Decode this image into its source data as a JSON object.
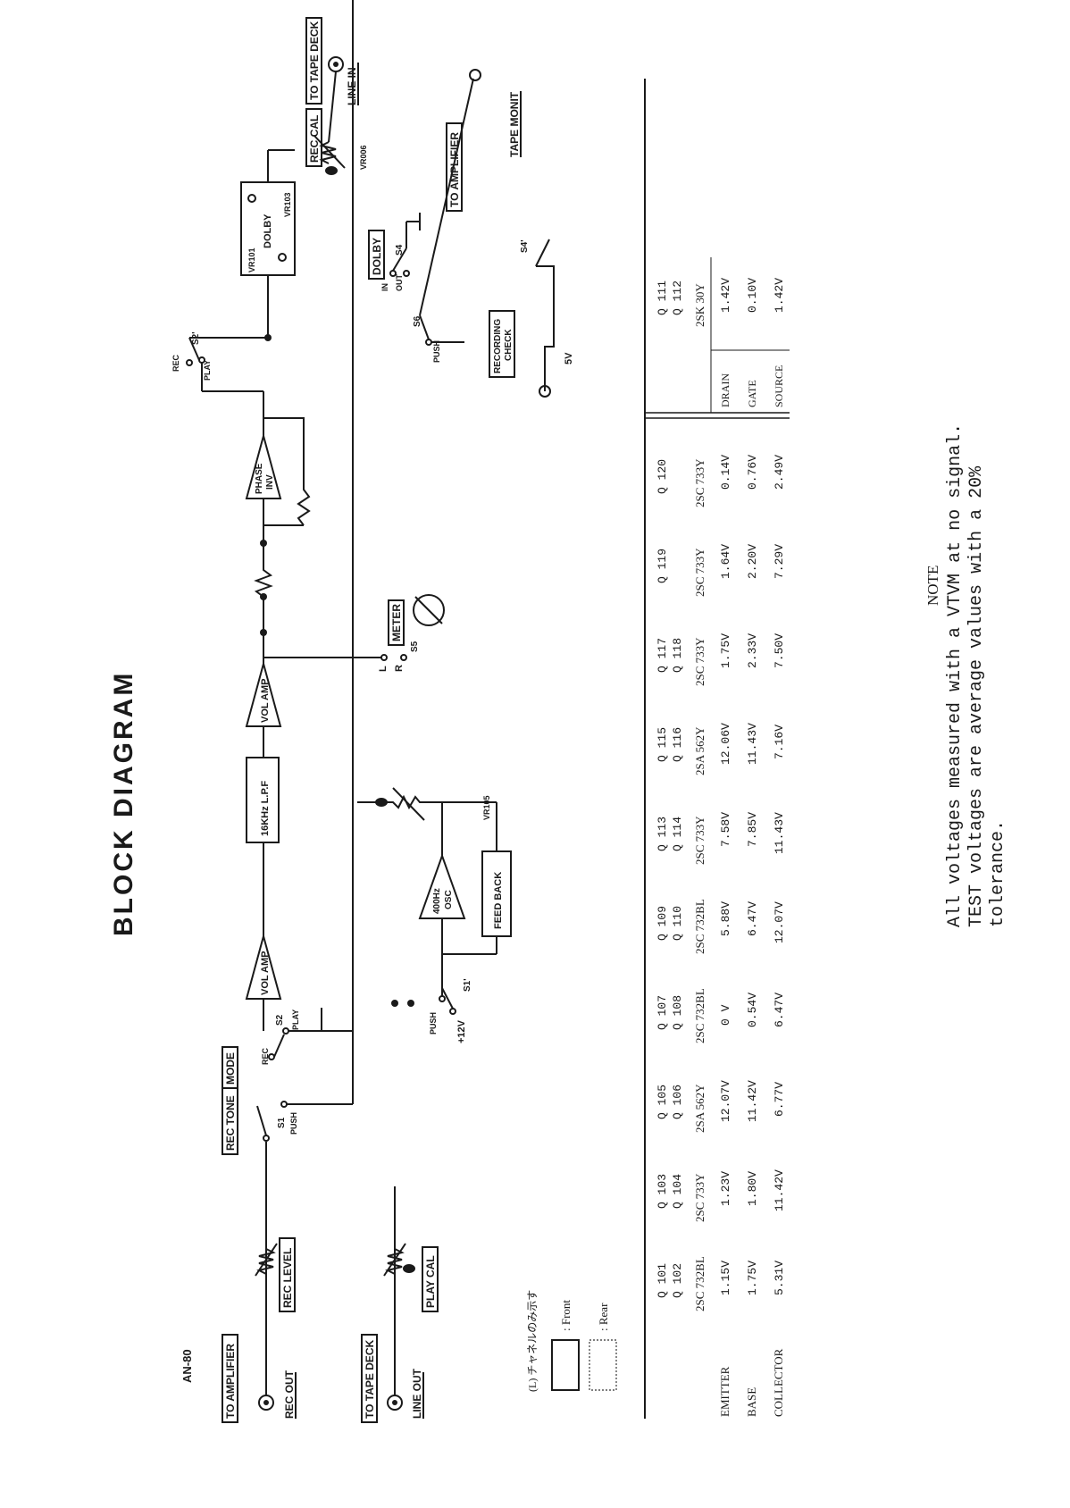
{
  "title": "BLOCK DIAGRAM",
  "model": "AN-80",
  "labels": {
    "to_amplifier": "TO AMPLIFIER",
    "rec_out": "REC OUT",
    "to_tape_deck": "TO TAPE DECK",
    "line_out": "LINE OUT",
    "rec_level": "REC LEVEL",
    "rec_tone": "REC TONE",
    "mode": "MODE",
    "play_cal": "PLAY CAL",
    "vol_amp_1": "VOL AMP",
    "lpf": "16KHz L.P.F",
    "vol_amp_2": "VOL AMP",
    "phase_inv_1": "PHASE",
    "phase_inv_2": "INV",
    "osc_1": "400Hz",
    "osc_2": "OSC",
    "feed_back": "FEED BACK",
    "vr105": "VR105",
    "plus12v": "+12V",
    "push": "PUSH",
    "rec": "REC",
    "play": "PLAY",
    "s1": "S1",
    "s1p": "S1'",
    "s2": "S2",
    "s2p": "S2'",
    "meter": "METER",
    "l": "L",
    "r": "R",
    "s5": "S5",
    "dolby": "DOLBY",
    "vr101": "VR101",
    "vr103": "VR103",
    "rec_cal": "REC CAL",
    "to_tape_deck_2": "TO TAPE DECK",
    "line_in": "LINE IN",
    "vr005": "VR006",
    "dolby_sw": "DOLBY",
    "s4": "S4",
    "in": "IN",
    "out": "OUT",
    "s6": "S6",
    "push2": "PUSH",
    "recording_check_1": "RECORDING",
    "recording_check_2": "CHECK",
    "five_v": "5V",
    "s4p": "S4'",
    "to_amplifier_2": "TO AMPLIFIER",
    "tape_monit": "TAPE MONIT"
  },
  "legend": {
    "note_jp": "(L) チャネルのみ示す",
    "front": ": Front",
    "rear": ": Rear"
  },
  "table": {
    "transistors": [
      {
        "q1": "Q 101",
        "q2": "Q 102",
        "type": "2SC 732BL",
        "e": "1.15V",
        "b": "1.75V",
        "c": "5.31V"
      },
      {
        "q1": "Q 103",
        "q2": "Q 104",
        "type": "2SC 733Y",
        "e": "1.23V",
        "b": "1.80V",
        "c": "11.42V"
      },
      {
        "q1": "Q 105",
        "q2": "Q 106",
        "type": "2SA 562Y",
        "e": "12.07V",
        "b": "11.42V",
        "c": "6.77V"
      },
      {
        "q1": "Q 107",
        "q2": "Q 108",
        "type": "2SC 732BL",
        "e": "0 V",
        "b": "0.54V",
        "c": "6.47V"
      },
      {
        "q1": "Q 109",
        "q2": "Q 110",
        "type": "2SC 732BL",
        "e": "5.88V",
        "b": "6.47V",
        "c": "12.07V"
      },
      {
        "q1": "Q 113",
        "q2": "Q 114",
        "type": "2SC 733Y",
        "e": "7.58V",
        "b": "7.85V",
        "c": "11.43V"
      },
      {
        "q1": "Q 115",
        "q2": "Q 116",
        "type": "2SA 562Y",
        "e": "12.06V",
        "b": "11.43V",
        "c": "7.16V"
      },
      {
        "q1": "Q 117",
        "q2": "Q 118",
        "type": "2SC 733Y",
        "e": "1.75V",
        "b": "2.33V",
        "c": "7.50V"
      },
      {
        "q1": "Q 119",
        "q2": "",
        "type": "2SC 733Y",
        "e": "1.64V",
        "b": "2.20V",
        "c": "7.29V"
      },
      {
        "q1": "Q 120",
        "q2": "",
        "type": "2SC 733Y",
        "e": "0.14V",
        "b": "0.76V",
        "c": "2.49V"
      }
    ],
    "row_labels": [
      "EMITTER",
      "BASE",
      "COLLECTOR"
    ],
    "fet": {
      "q1": "Q 111",
      "q2": "Q 112",
      "type": "2SK 30Y",
      "labels": [
        "DRAIN",
        "GATE",
        "SOURCE"
      ],
      "values": [
        "1.42V",
        "0.10V",
        "1.42V"
      ]
    }
  },
  "note": {
    "heading": "NOTE",
    "line1": "All voltages measured with a VTVM at no signal.",
    "line2": "TEST voltages are average values with a 20%",
    "line3": "tolerance."
  }
}
